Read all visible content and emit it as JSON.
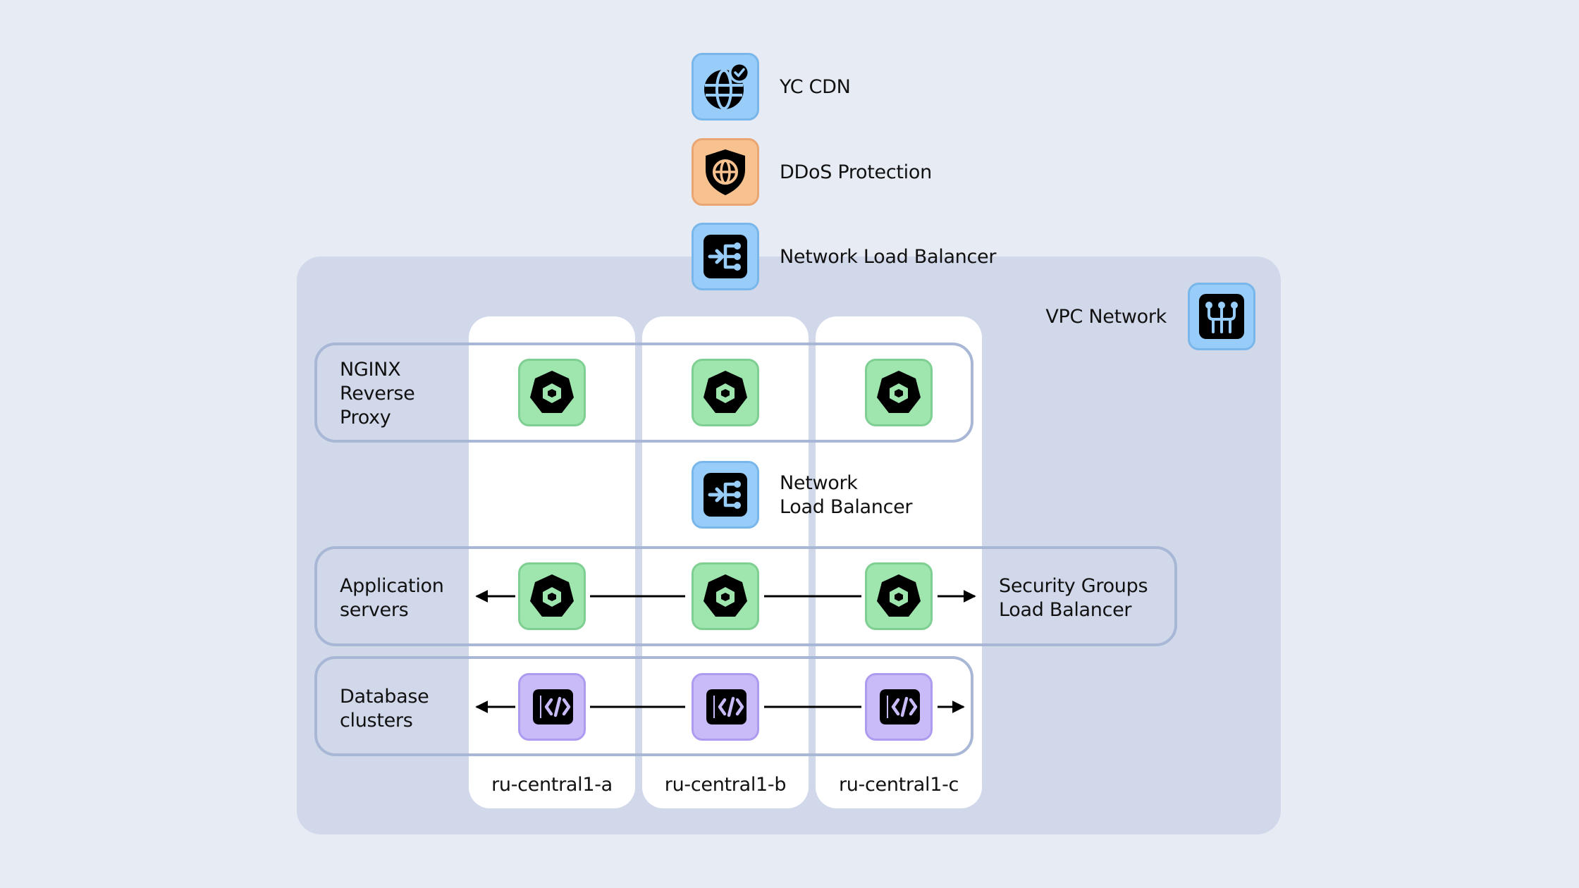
{
  "diagram": {
    "services": {
      "cdn": "YC CDN",
      "ddos": "DDoS Protection",
      "nlb_top": "Network Load Balancer",
      "vpc": "VPC Network",
      "nlb_inner": [
        "Network",
        "Load Balancer"
      ]
    },
    "tiers": {
      "nginx": [
        "NGINX",
        "Reverse",
        "Proxy"
      ],
      "app": [
        "Application",
        "servers"
      ],
      "db": [
        "Database",
        "clusters"
      ],
      "security": [
        "Security Groups",
        "Load Balancer"
      ]
    },
    "zones": [
      "ru-central1-a",
      "ru-central1-b",
      "ru-central1-c"
    ],
    "icons": {
      "cdn": "globe-check-icon",
      "ddos": "shield-globe-icon",
      "nlb": "load-balancer-icon",
      "vpc": "network-hub-icon",
      "nginx": "kubernetes-heptagon-icon",
      "app": "kubernetes-heptagon-icon",
      "db": "database-code-icon"
    },
    "colors": {
      "background": "#e6ebf4",
      "vpc_area": "#d1d8ea",
      "zone": "#ffffff",
      "tier_border": "#a9b7d6",
      "blue_icon": "#99cdf9",
      "orange_icon": "#f8c290",
      "green_icon": "#9ee5ae",
      "purple_icon": "#c9baf8"
    }
  }
}
